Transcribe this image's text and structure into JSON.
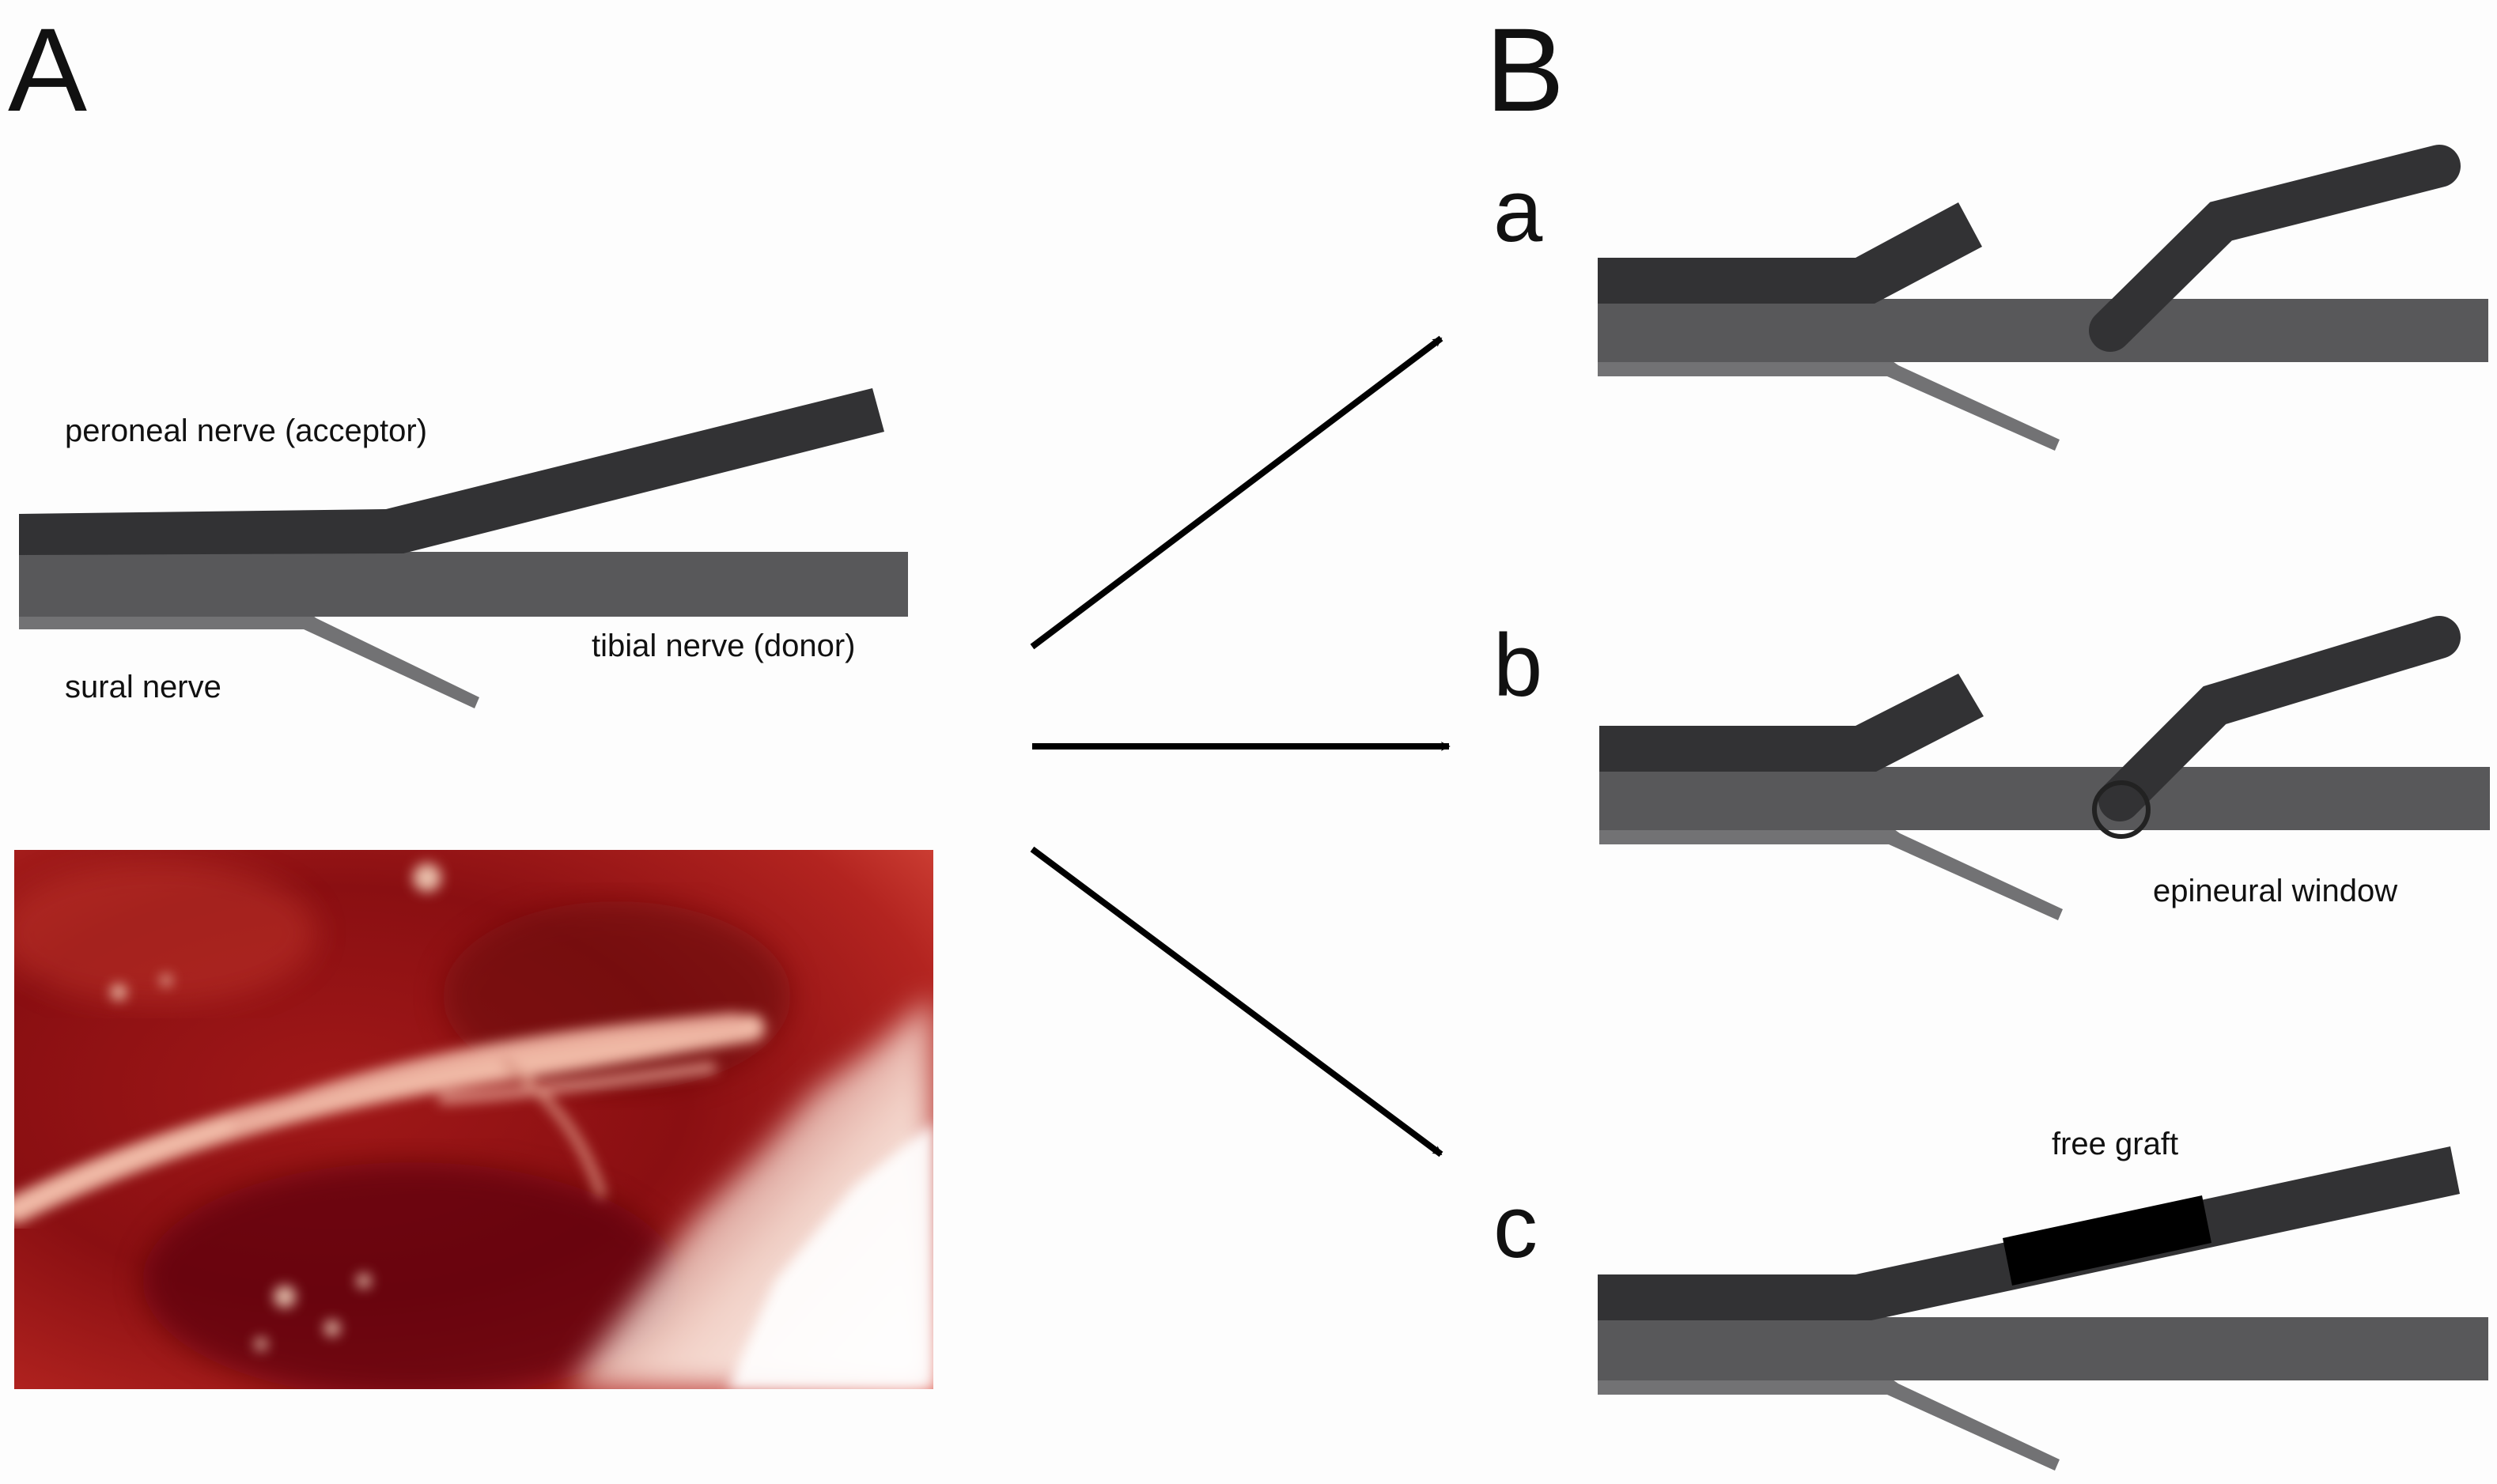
{
  "panels": {
    "a": {
      "letter": "A"
    },
    "b": {
      "letter": "B"
    }
  },
  "panel_a": {
    "labels": {
      "peroneal": "peroneal nerve (acceptor)",
      "tibial": "tibial nerve (donor)",
      "sural": "sural nerve"
    },
    "photo": {
      "description_visible": false
    }
  },
  "panel_b": {
    "variants": [
      {
        "letter": "a",
        "annotation": ""
      },
      {
        "letter": "b",
        "annotation": "epineural window"
      },
      {
        "letter": "c",
        "annotation": "free graft"
      }
    ]
  },
  "colors": {
    "peroneal": "#323234",
    "tibial": "#58585a",
    "sural": "#727274",
    "graft": "#000000",
    "arrow": "#000000",
    "background": "#fdfdfd"
  }
}
